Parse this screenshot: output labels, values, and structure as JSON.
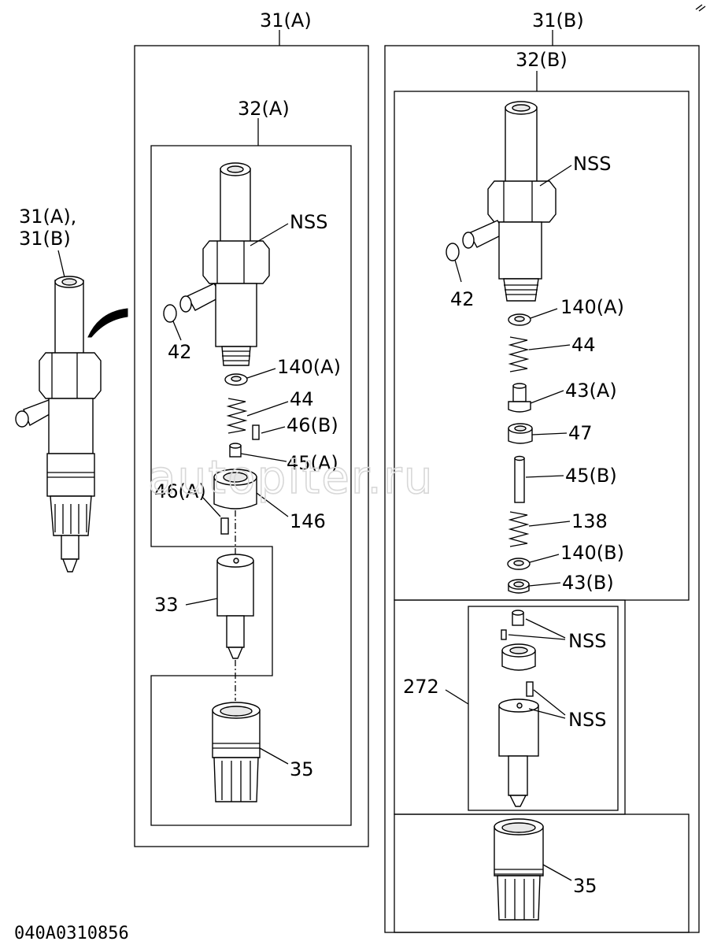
{
  "diagram_code": "040A0310856",
  "watermark": "autopiter.ru",
  "assembly_label": "31(A),\n31(B)",
  "group_a": {
    "title": "31(A)",
    "sub_title": "32(A)",
    "labels": {
      "nss": "NSS",
      "oring": "42",
      "washer": "140(A)",
      "spring": "44",
      "pin_b": "46(B)",
      "pin_a_spacer": "45(A)",
      "pin_a": "46(A)",
      "spacer": "146",
      "nozzle": "33",
      "nut": "35"
    }
  },
  "group_b": {
    "title": "31(B)",
    "sub_title": "32(B)",
    "labels": {
      "nss": "NSS",
      "oring": "42",
      "washer_a": "140(A)",
      "spring": "44",
      "seat": "43(A)",
      "guide": "47",
      "rod": "45(B)",
      "spring2": "138",
      "washer_b": "140(B)",
      "seat_b": "43(B)",
      "kit": "272",
      "kit_nss_1": "NSS",
      "kit_nss_2": "NSS",
      "nut": "35"
    }
  }
}
